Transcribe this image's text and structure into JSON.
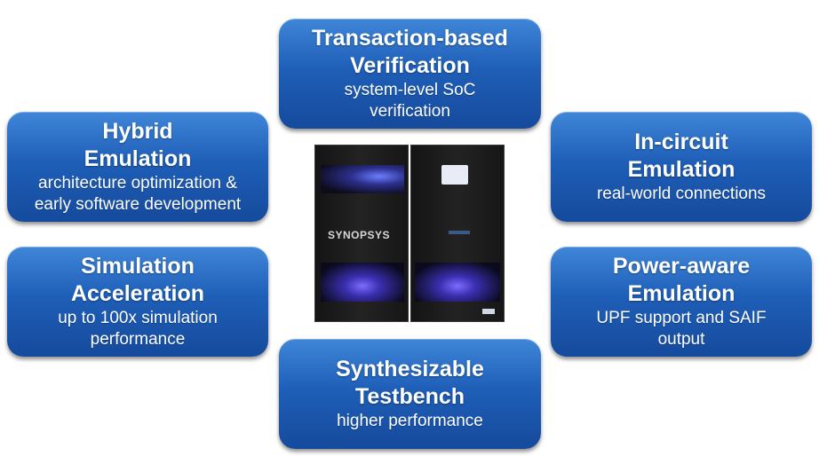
{
  "boxes": {
    "transaction": {
      "title_1": "Transaction-based",
      "title_2": "Verification",
      "sub_1": "system-level SoC",
      "sub_2": "verification"
    },
    "hybrid": {
      "title_1": "Hybrid",
      "title_2": "Emulation",
      "sub_1": "architecture optimization &",
      "sub_2": "early software development"
    },
    "in_circuit": {
      "title_1": "In-circuit",
      "title_2": "Emulation",
      "sub_1": "real-world connections"
    },
    "simulation": {
      "title_1": "Simulation",
      "title_2": "Acceleration",
      "sub_1": "up to 100x simulation",
      "sub_2": "performance"
    },
    "power": {
      "title_1": "Power-aware",
      "title_2": "Emulation",
      "sub_1": "UPF support and SAIF",
      "sub_2": "output"
    },
    "synthesizable": {
      "title_1": "Synthesizable",
      "title_2": "Testbench",
      "sub_1": "higher performance"
    }
  },
  "hardware": {
    "brand": "SYNOPSYS"
  },
  "colors": {
    "box_top": "#3f86d8",
    "box_bottom": "#154a9c",
    "text": "#ffffff"
  }
}
